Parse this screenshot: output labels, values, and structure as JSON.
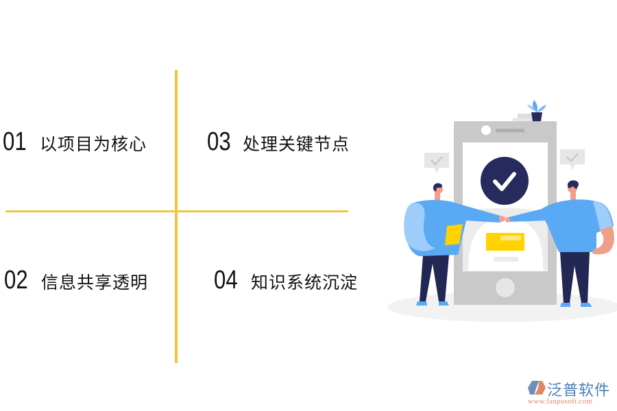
{
  "items": [
    {
      "num": "01",
      "label": "以项目为核心"
    },
    {
      "num": "02",
      "label": "信息共享透明"
    },
    {
      "num": "03",
      "label": "处理关键节点"
    },
    {
      "num": "04",
      "label": "知识系统沉淀"
    }
  ],
  "colors": {
    "divider": "#f0c53d",
    "phone_body": "#c9c9c9",
    "check_circle": "#262a5c",
    "shirt": "#5aa9f5",
    "shirt_light": "#9fcdfb",
    "pants": "#222754",
    "skin": "#f0a089",
    "card_yellow": "#ffd200",
    "logo_blue": "#4a7fb5",
    "logo_orange": "#e0876a"
  },
  "illustration": {
    "description": "two people fist-bumping in front of a smartphone showing a checkmark",
    "icons": [
      "checkmark-circle-icon",
      "speech-bubble-check-icon",
      "plant-icon",
      "phone-illustration"
    ]
  },
  "logo": {
    "name": "泛普软件",
    "url": "www.fanpusoft.com"
  }
}
